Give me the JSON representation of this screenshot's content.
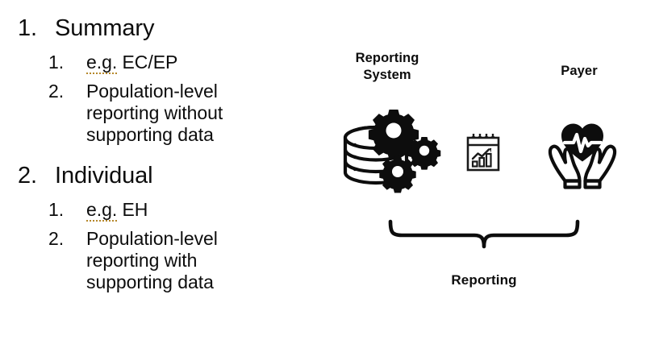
{
  "outline": {
    "items": [
      {
        "number": "1.",
        "label": "Summary",
        "children": [
          {
            "number": "1.",
            "prefix": "e.g.",
            "prefix_flagged": true,
            "text": "EC/EP"
          },
          {
            "number": "2.",
            "prefix": "",
            "prefix_flagged": false,
            "text": "Population-level reporting without supporting data"
          }
        ]
      },
      {
        "number": "2.",
        "label": "Individual",
        "children": [
          {
            "number": "1.",
            "prefix": "e.g.",
            "prefix_flagged": true,
            "text": "EH"
          },
          {
            "number": "2.",
            "prefix": "",
            "prefix_flagged": false,
            "text": "Population-level reporting with supporting data"
          }
        ]
      }
    ]
  },
  "diagram": {
    "nodes": [
      {
        "label": "Reporting System",
        "icon": "database-gears-icon"
      },
      {
        "label": "",
        "icon": "report-chart-calendar-icon"
      },
      {
        "label": "Payer",
        "icon": "heart-in-hands-icon"
      }
    ],
    "brace": {
      "icon": "curly-brace-down-icon",
      "label": "Reporting"
    }
  },
  "colors": {
    "ink": "#0d0d0d",
    "background": "#ffffff",
    "grammar_underline": "#b5872a"
  }
}
